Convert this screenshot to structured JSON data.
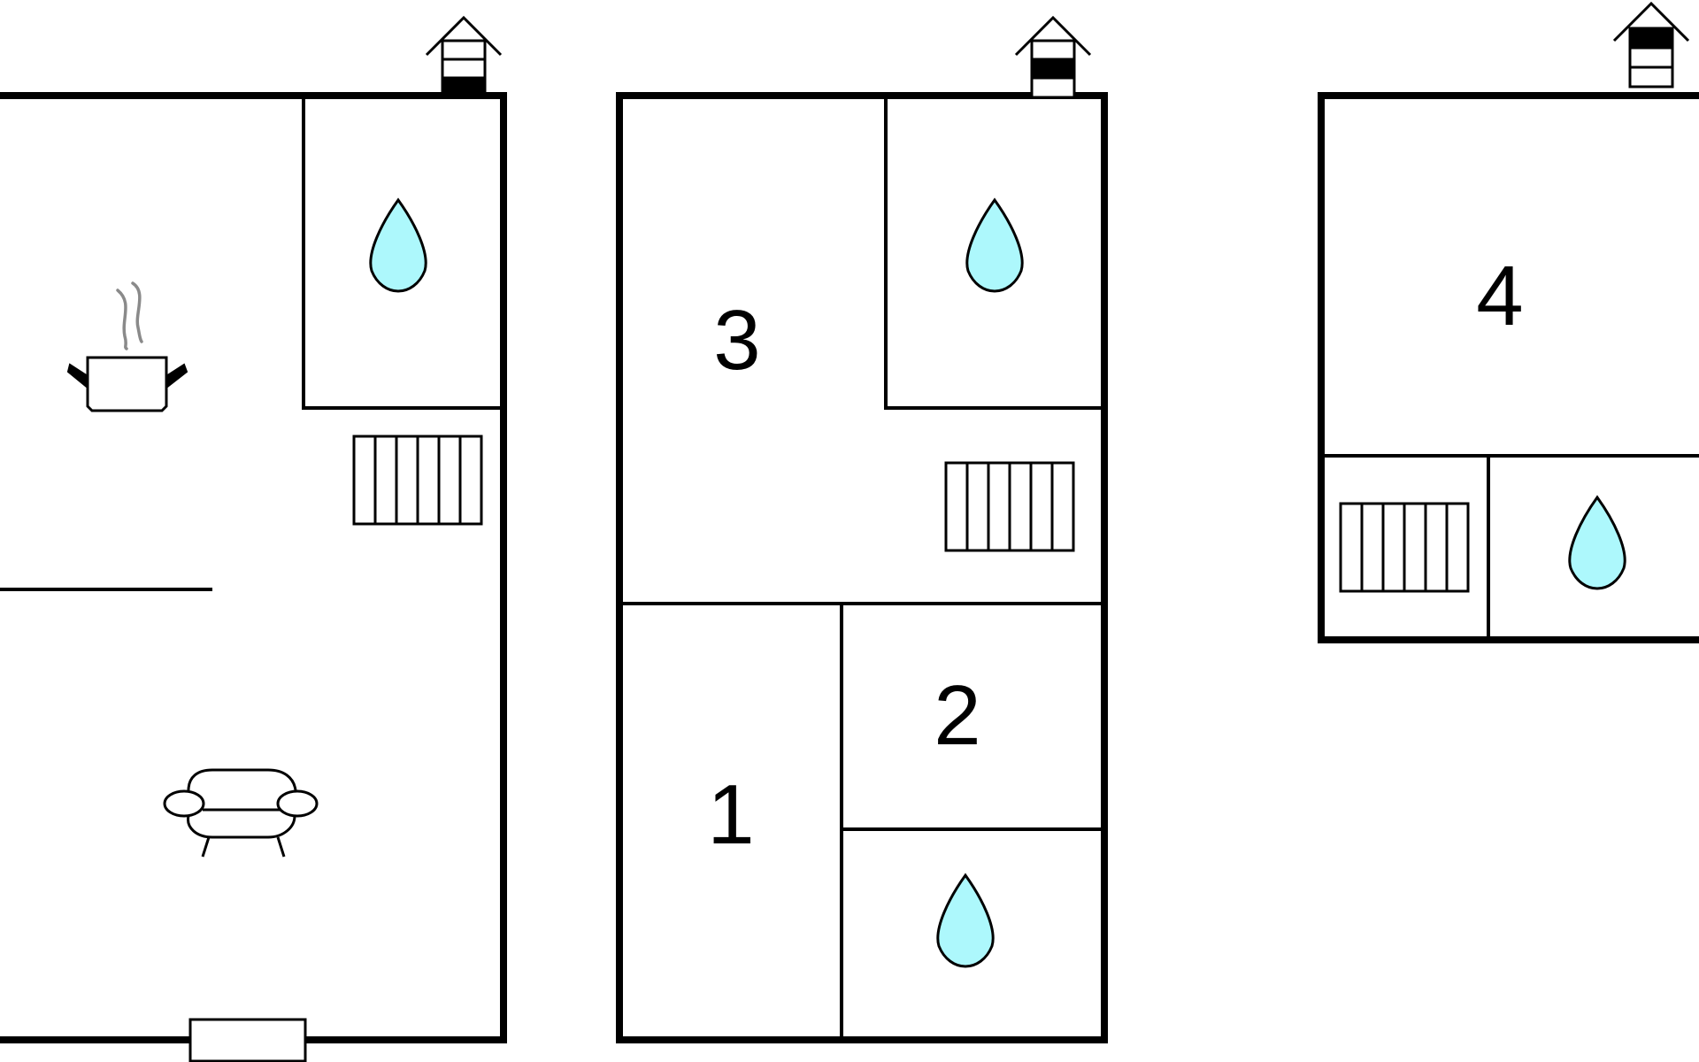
{
  "floors": [
    {
      "id": "floor-ground",
      "rooms": [],
      "icons": [
        "bathroom-drop-icon",
        "stairs-icon",
        "kitchen-pot-icon",
        "sofa-icon",
        "door-icon",
        "floor-indicator-icon"
      ],
      "floor_indicator_level": 1
    },
    {
      "id": "floor-first",
      "rooms": [
        {
          "number": "3"
        },
        {
          "number": "2"
        },
        {
          "number": "1"
        }
      ],
      "icons": [
        "bathroom-drop-icon",
        "stairs-icon",
        "floor-indicator-icon"
      ],
      "floor_indicator_level": 2
    },
    {
      "id": "floor-attic",
      "rooms": [
        {
          "number": "4"
        }
      ],
      "icons": [
        "stairs-icon",
        "bathroom-drop-icon",
        "floor-indicator-icon"
      ],
      "floor_indicator_level": 3
    }
  ],
  "colors": {
    "wall": "#000000",
    "water": "#adf8fc",
    "steam": "#8a8a8a",
    "background": "#ffffff"
  }
}
